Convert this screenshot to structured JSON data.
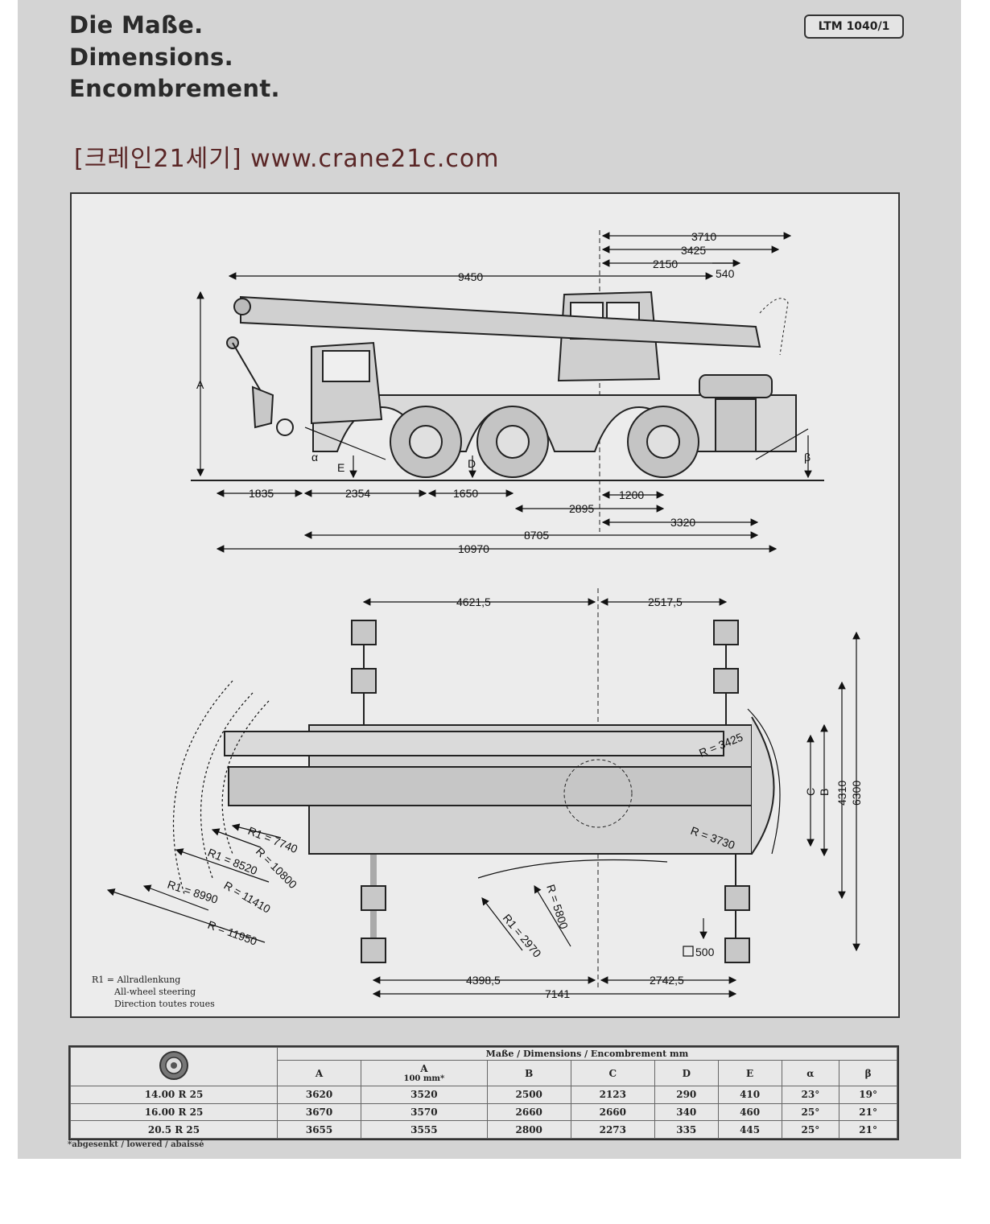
{
  "header": {
    "title_de": "Die Maße.",
    "title_en": "Dimensions.",
    "title_fr": "Encombrement.",
    "model": "LTM 1040/1",
    "watermark": "[크레인21세기] www.crane21c.com"
  },
  "side_view_dims": {
    "d3710": "3710",
    "d3425": "3425",
    "d2150": "2150",
    "d540": "540",
    "d9450": "9450",
    "lblA": "A",
    "lblE": "E",
    "lblD": "D",
    "lblAlpha": "α",
    "lblBeta": "β",
    "d1835": "1835",
    "d2354": "2354",
    "d1650": "1650",
    "d1200": "1200",
    "d2895": "2895",
    "d3320": "3320",
    "d8705": "8705",
    "d10970": "10970"
  },
  "top_view_dims": {
    "d4621": "4621,5",
    "d2517": "2517,5",
    "d4398": "4398,5",
    "d2742": "2742,5",
    "d7141": "7141",
    "d500": "500",
    "lblC": "C",
    "lblB": "B",
    "d4310": "4310",
    "d6300": "6300",
    "r3425": "R = 3425",
    "r3730": "R = 3730",
    "r5800": "R = 5800",
    "r2970": "R1 = 2970",
    "r7740": "R1 = 7740",
    "r10800": "R = 10800",
    "r8520": "R1 = 8520",
    "r11410": "R = 11410",
    "r8990": "R1 = 8990",
    "r11950": "R = 11950"
  },
  "legend": {
    "line1": "R1 = Allradlenkung",
    "line2": "All-wheel steering",
    "line3": "Direction toutes roues"
  },
  "table": {
    "group_header": "Maße / Dimensions / Encombrement mm",
    "tire_icon": "tire-icon",
    "columns": [
      "A",
      "A",
      "B",
      "C",
      "D",
      "E",
      "α",
      "β"
    ],
    "col2_sub": "100 mm*",
    "rows": [
      {
        "tire": "14.00 R 25",
        "values": [
          "3620",
          "3520",
          "2500",
          "2123",
          "290",
          "410",
          "23°",
          "19°"
        ]
      },
      {
        "tire": "16.00 R 25",
        "values": [
          "3670",
          "3570",
          "2660",
          "2660",
          "340",
          "460",
          "25°",
          "21°"
        ]
      },
      {
        "tire": "20.5 R 25",
        "values": [
          "3655",
          "3555",
          "2800",
          "2273",
          "335",
          "445",
          "25°",
          "21°"
        ]
      }
    ],
    "footnote": "*abgesenkt / lowered / abaissé"
  },
  "colors": {
    "sheet": "#d4d4d4",
    "drawing_bg": "#ececec",
    "watermark": "#5a2626",
    "ink": "#222222"
  }
}
